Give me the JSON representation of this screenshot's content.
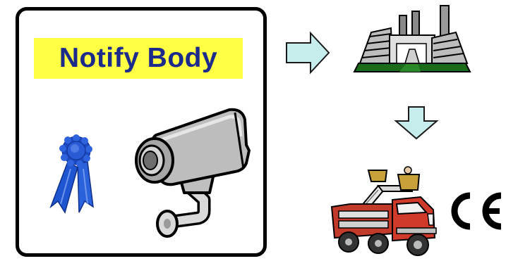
{
  "notify_body": {
    "label": "Notify Body",
    "label_bg_color": "#ffff44",
    "label_text_color": "#1c2a8c"
  },
  "icons": {
    "ribbon": "award-ribbon-icon",
    "camera": "surveillance-camera-icon",
    "factory": "factory-icon",
    "truck": "bucket-truck-icon",
    "ce": "ce-mark-icon"
  },
  "arrows": {
    "color": "#c6ecec",
    "directions": [
      "right",
      "down"
    ]
  }
}
